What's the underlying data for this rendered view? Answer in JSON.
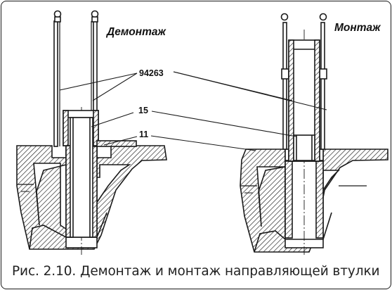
{
  "figure": {
    "caption": "Рис. 2.10. Демонтаж и монтаж направляющей втулки"
  },
  "views": {
    "left_title": "Демонтаж",
    "right_title": "Монтаж"
  },
  "callouts": {
    "tool": "94263",
    "bushing": "15",
    "seal": "11"
  },
  "colors": {
    "ink": "#1a1a1a",
    "paper": "#ffffff"
  }
}
